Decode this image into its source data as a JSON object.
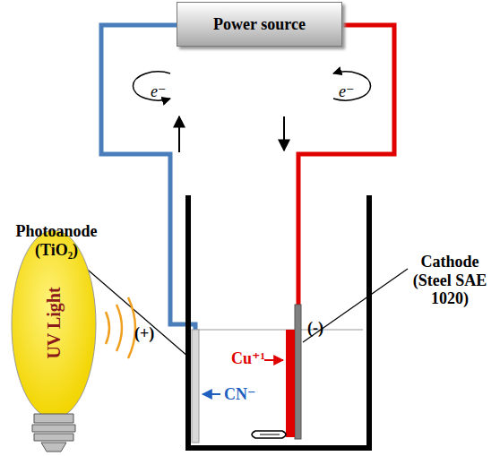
{
  "diagram": {
    "nodes": [
      {
        "text": [
          "Power source"
        ]
      }
    ],
    "labels": [
      "e⁻",
      "e⁻",
      "(+)",
      "(-)",
      "Photoanode (TiO₂)",
      "Cathode (Steel SAE 1020)",
      "Cu⁺¹",
      "CN⁻",
      "UV Light"
    ]
  }
}
